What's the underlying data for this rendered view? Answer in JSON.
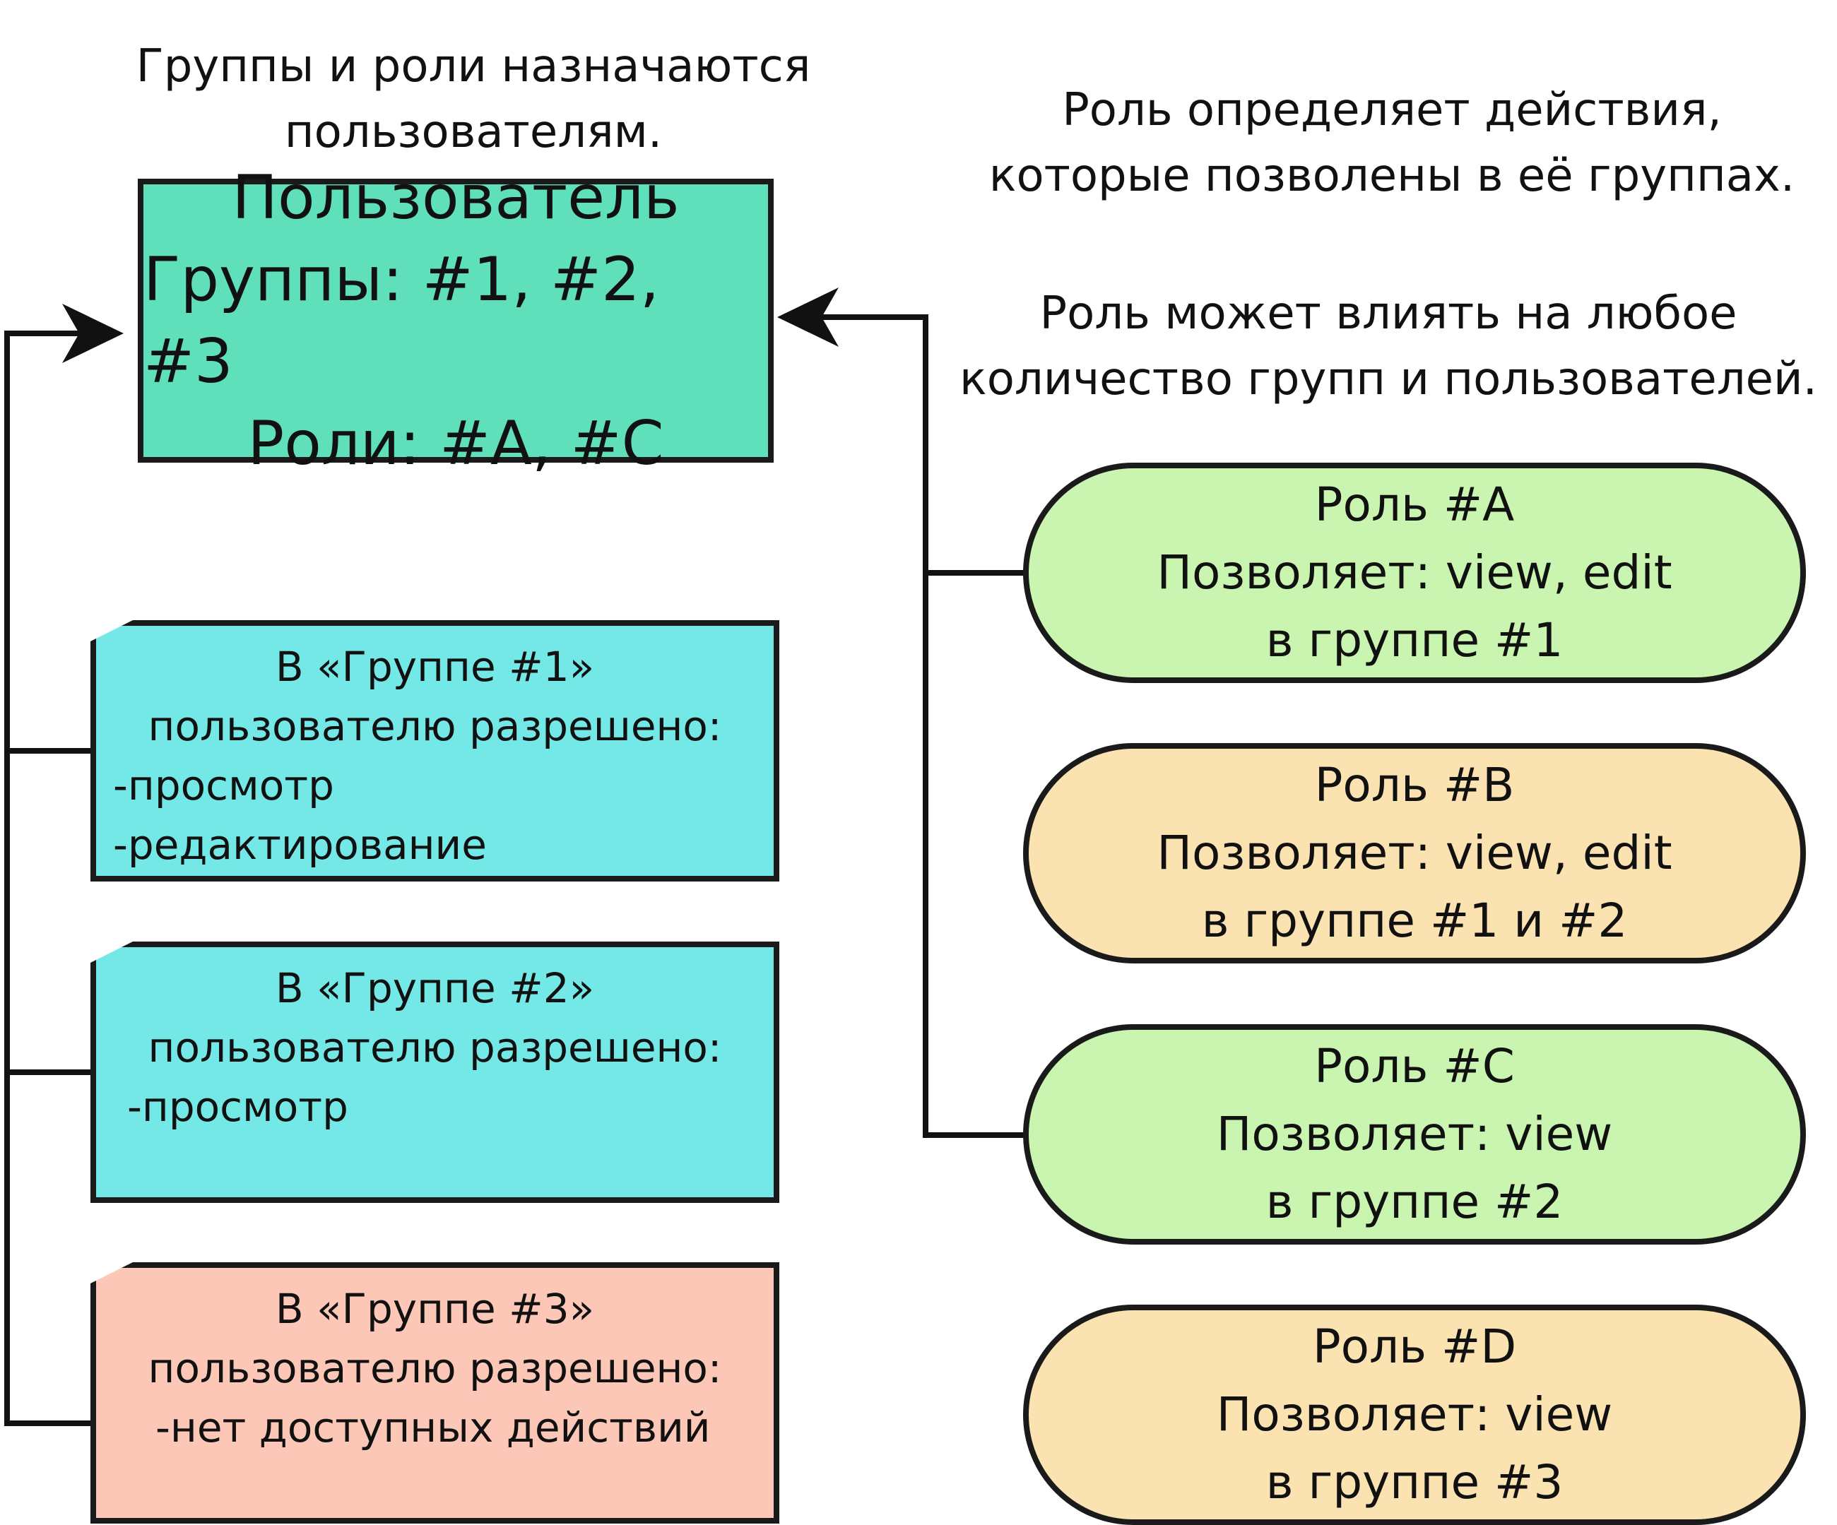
{
  "captions": {
    "top_left": [
      "Группы и роли назначаются",
      "пользователям."
    ],
    "top_right": [
      "Роль определяет действия,",
      "которые позволены в её группах."
    ],
    "middle_right": [
      "Роль может влиять на любое",
      "количество групп и пользователей."
    ]
  },
  "user": {
    "title": "Пользователь",
    "groups": "Группы: #1, #2, #3",
    "roles": "Роли: #A, #C"
  },
  "groups": [
    {
      "heading": "В «Группе #1»",
      "subheading": "пользователю разрешено:",
      "items": [
        "-просмотр",
        "-редактирование"
      ],
      "color": "#74e8e6"
    },
    {
      "heading": "В «Группе #2»",
      "subheading": "пользователю разрешено:",
      "items": [
        "-просмотр"
      ],
      "color": "#74e8e6"
    },
    {
      "heading": "В «Группе #3»",
      "subheading": "пользователю разрешено:",
      "items": [
        "-нет доступных действий"
      ],
      "color": "#fcc7b6"
    }
  ],
  "roles": [
    {
      "name": "Роль #A",
      "allows": "Позволяет: view, edit",
      "scope": "в группе #1",
      "color": "#c9f5b0"
    },
    {
      "name": "Роль #B",
      "allows": "Позволяет: view, edit",
      "scope": "в группе #1 и #2",
      "color": "#fbe2b1"
    },
    {
      "name": "Роль #C",
      "allows": "Позволяет: view",
      "scope": "в группе #2",
      "color": "#c9f5b0"
    },
    {
      "name": "Роль #D",
      "allows": "Позволяет: view",
      "scope": "в группе #3",
      "color": "#fbe2b1"
    }
  ]
}
